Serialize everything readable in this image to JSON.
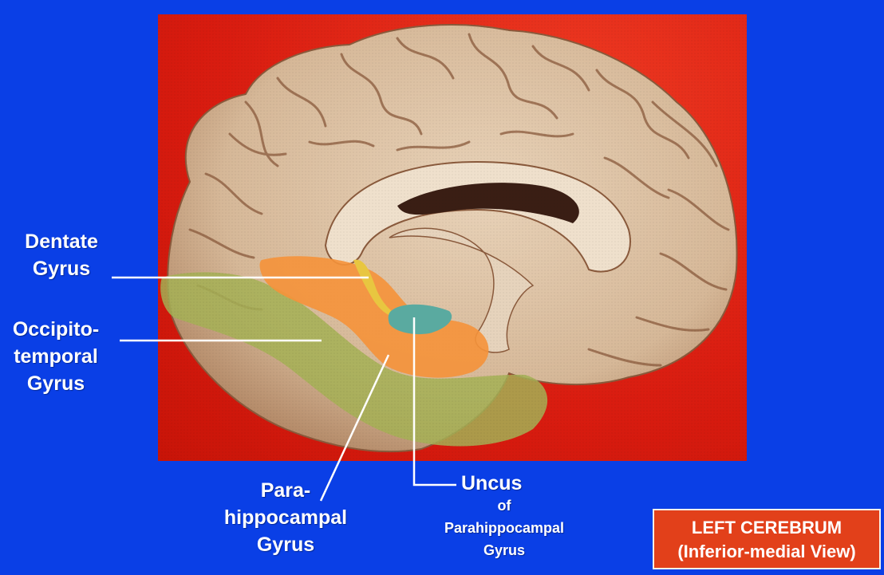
{
  "labels": {
    "dentate": [
      "Dentate",
      "Gyrus"
    ],
    "occipito": [
      "Occipito-",
      "temporal",
      "Gyrus"
    ],
    "para": [
      "Para-",
      "hippocampal",
      "Gyrus"
    ],
    "uncus": "Uncus",
    "uncus_of": "of",
    "uncus_sub": [
      "Parahippocampal",
      "Gyrus"
    ]
  },
  "title_box": {
    "line1": "LEFT CEREBRUM",
    "line2": "(Inferior-medial View)"
  },
  "colors": {
    "background": "#0a3fe6",
    "photo_bg": "#e02414",
    "brain": "#dcc3a8",
    "sulci": "#7a4a30",
    "parahippocampal": "#f5923a",
    "occipitotemporal": "#a4b055",
    "uncus": "#5aaaa0",
    "dentate": "#e8c640",
    "title_box": "#e2401a"
  },
  "icons": [
    "brain-photo"
  ]
}
